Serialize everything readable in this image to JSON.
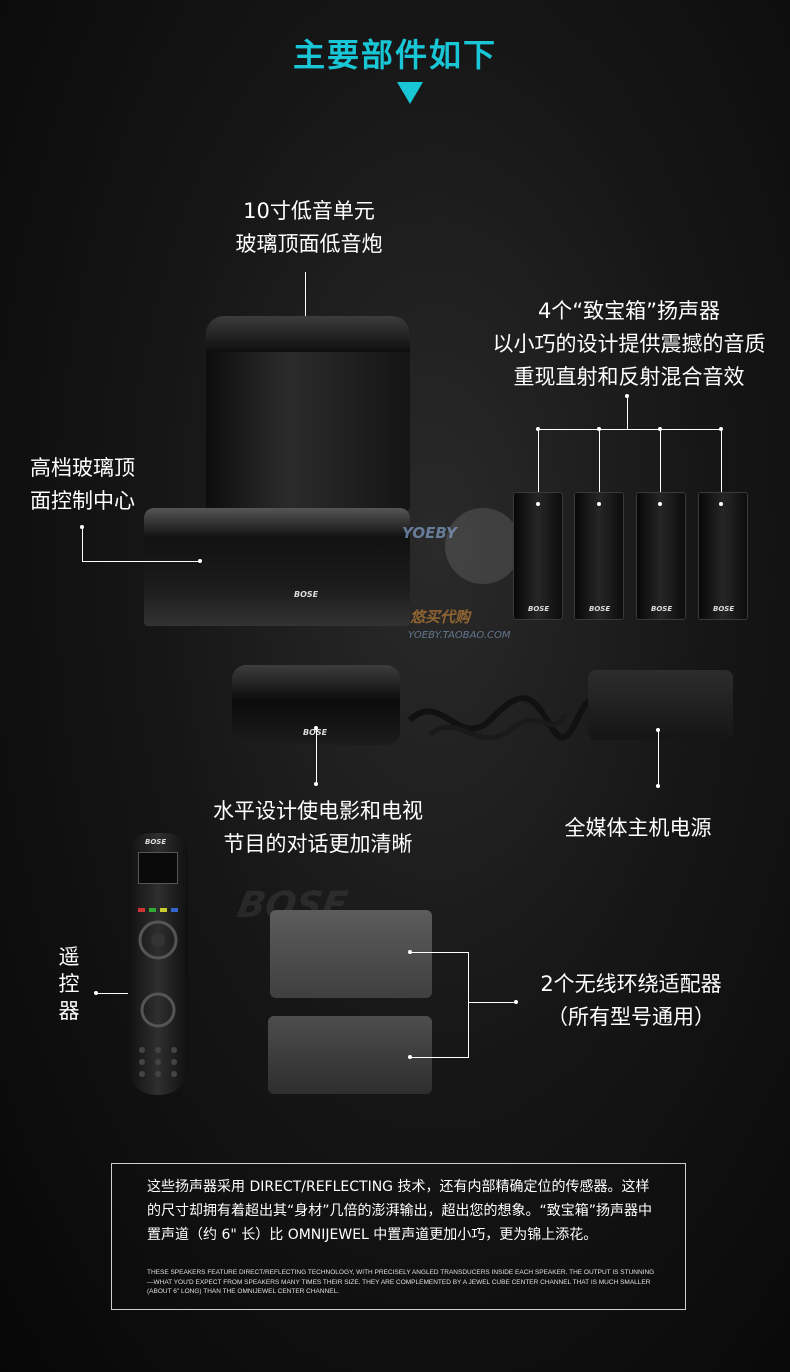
{
  "heading": "主要部件如下",
  "labels": {
    "subwoofer": [
      "10寸低音单元",
      "玻璃顶面低音炮"
    ],
    "jewel_cubes": [
      "4个“致宝箱”扬声器",
      "以小巧的设计提供震撼的音质",
      "重现直射和反射混合音效"
    ],
    "console": [
      "高档玻璃顶",
      "面控制中心"
    ],
    "center_speaker": [
      "水平设计使电影和电视",
      "节目的对话更加清晰"
    ],
    "power_supply": "全媒体主机电源",
    "remote": [
      "遥",
      "控",
      "器"
    ],
    "wireless_adapters": [
      "2个无线环绕适配器",
      "（所有型号通用）"
    ]
  },
  "brand_logo": "BOSE",
  "watermark": {
    "line1": "YOEBY",
    "line2": "悠买代购",
    "line3": "YOEBY.TAOBAO.COM"
  },
  "description": {
    "cn": "这些扬声器采用 DIRECT/REFLECTING 技术，还有内部精确定位的传感器。这样的尺寸却拥有着超出其“身材”几倍的澎湃输出，超出您的想象。“致宝箱”扬声器中置声道（约 6\" 长）比 OMNIJEWEL 中置声道更加小巧，更为锦上添花。",
    "en": "THESE SPEAKERS FEATURE DIRECT/REFLECTING TECHNOLOGY, WITH PRECISELY ANGLED TRANSDUCERS INSIDE EACH SPEAKER. THE OUTPUT IS STUNNING—WHAT YOU'D EXPECT FROM SPEAKERS MANY TIMES THEIR SIZE. THEY ARE COMPLEMENTED BY A JEWEL CUBE CENTER CHANNEL THAT IS MUCH SMALLER (ABOUT 6\" LONG) THAN THE OMNIJEWEL CENTER CHANNEL."
  },
  "colors": {
    "heading": "#19c6d6",
    "background": "#161616",
    "text": "#ffffff"
  }
}
